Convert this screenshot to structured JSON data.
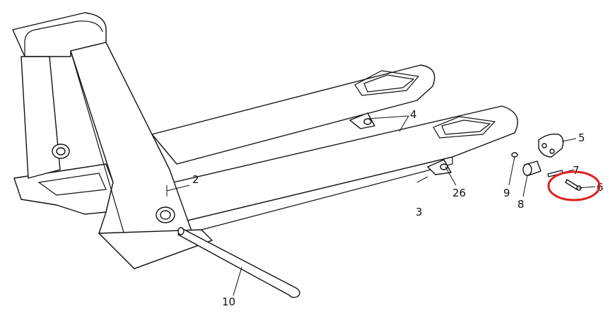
{
  "diagram": {
    "callouts": [
      {
        "id": "2",
        "label": "2"
      },
      {
        "id": "3",
        "label": "3"
      },
      {
        "id": "4",
        "label": "4"
      },
      {
        "id": "5",
        "label": "5"
      },
      {
        "id": "6",
        "label": "6"
      },
      {
        "id": "7",
        "label": "7"
      },
      {
        "id": "8",
        "label": "8"
      },
      {
        "id": "9",
        "label": "9"
      },
      {
        "id": "10",
        "label": "10"
      },
      {
        "id": "26",
        "label": "26"
      }
    ],
    "highlighted_part": "6",
    "highlight_color": "#e02020"
  }
}
